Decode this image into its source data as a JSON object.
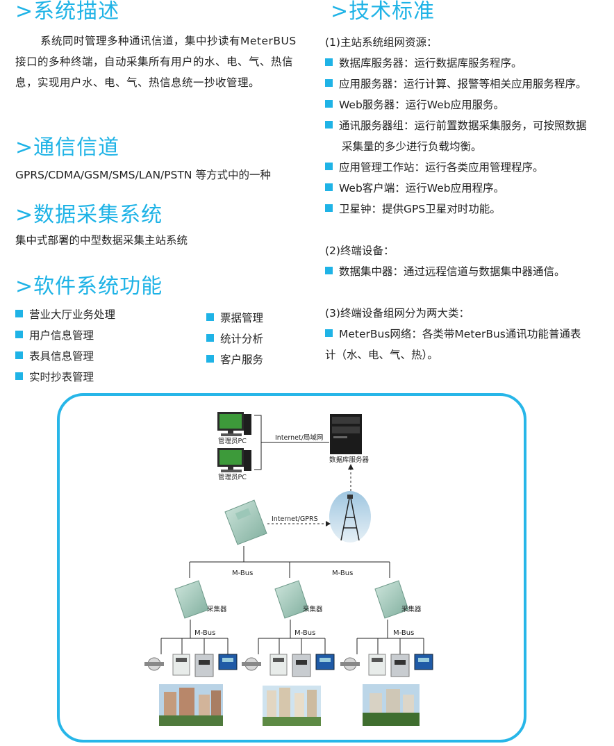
{
  "left": {
    "sec1": {
      "title": ">系统描述",
      "body": "系统同时管理多种通讯信道，集中抄读有MeterBUS接口的多种终端，自动采集所有用户的水、电、气、热信息，实现用户水、电、气、热信息统一抄收管理。"
    },
    "sec2": {
      "title": ">通信信道",
      "body": "GPRS/CDMA/GSM/SMS/LAN/PSTN 等方式中的一种"
    },
    "sec3": {
      "title": ">数据采集系统",
      "body": "集中式部署的中型数据采集主站系统"
    },
    "sec4": {
      "title": ">软件系统功能",
      "col1": [
        "营业大厅业务处理",
        "用户信息管理",
        "表具信息管理",
        "实时抄表管理"
      ],
      "col2": [
        "票据管理",
        "统计分析",
        "客户服务"
      ]
    }
  },
  "right": {
    "title": ">技术标准",
    "g1_header": "(1)主站系统组网资源：",
    "g1_items": [
      "数据库服务器：运行数据库服务程序。",
      "应用服务器：运行计算、报警等相关应用服务程序。",
      "Web服务器：运行Web应用服务。",
      "通讯服务器组：运行前置数据采集服务，可按照数据",
      "应用管理工作站：运行各类应用管理程序。",
      "Web客户端：运行Web应用程序。",
      "卫星钟：提供GPS卫星对时功能。"
    ],
    "g1_cont": "采集量的多少进行负载均衡。",
    "g2_header": "(2)终端设备：",
    "g2_items": [
      "数据集中器：通过远程信道与数据集中器通信。"
    ],
    "g3_header": "(3)终端设备组网分为两大类：",
    "g3_item": "MeterBus网络：各类带MeterBus通讯功能普通表",
    "g3_cont": "计（水、电、气、热）。"
  },
  "diagram": {
    "pc1": "管理员PC",
    "pc2": "管理员PC",
    "link1": "Internet/局域网",
    "server": "数据库服务器",
    "link2": "Internet/GPRS",
    "bus_left": "M-Bus",
    "bus_right": "M-Bus",
    "collector1": "采集器",
    "collector2": "采集器",
    "collector3": "采集器",
    "bus_sub1": "M-Bus",
    "bus_sub2": "M-Bus",
    "bus_sub3": "M-Bus"
  },
  "colors": {
    "accent": "#1fb3e6",
    "frame": "#27b6e8"
  }
}
